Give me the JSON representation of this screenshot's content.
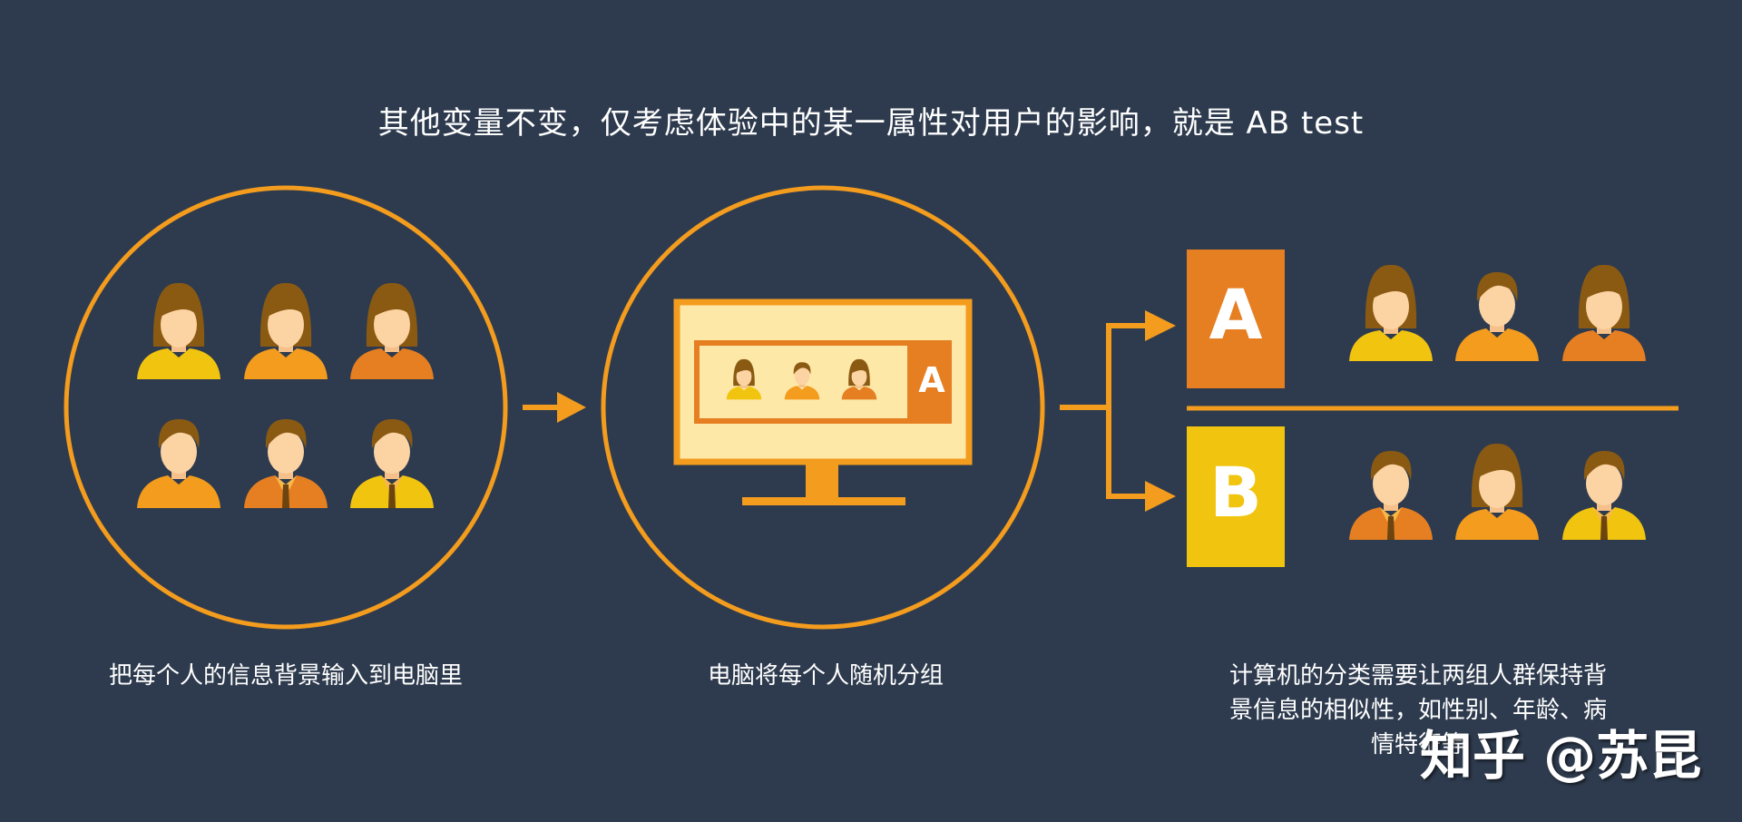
{
  "title": "其他变量不变，仅考虑体验中的某一属性对用户的影响，就是 AB test",
  "steps": [
    {
      "caption": "把每个人的信息背景输入到电脑里"
    },
    {
      "caption": "电脑将每个人随机分组"
    },
    {
      "caption_lines": [
        "计算机的分类需要让两组人群保持背",
        "景信息的相似性，如性别、年龄、病",
        "情特征等"
      ]
    }
  ],
  "screen_badge": "A",
  "group_a_label": "A",
  "group_b_label": "B",
  "watermark": "知乎 @苏昆",
  "colors": {
    "background": "#2e3b4e",
    "accent": "#f39c1e",
    "group_a": "#e67e22",
    "group_b": "#f1c40f",
    "screen": "#fde8a8"
  },
  "icons": [
    "female-user-icon",
    "male-user-icon",
    "monitor-icon",
    "arrow-right-icon",
    "branch-arrow-icon"
  ]
}
